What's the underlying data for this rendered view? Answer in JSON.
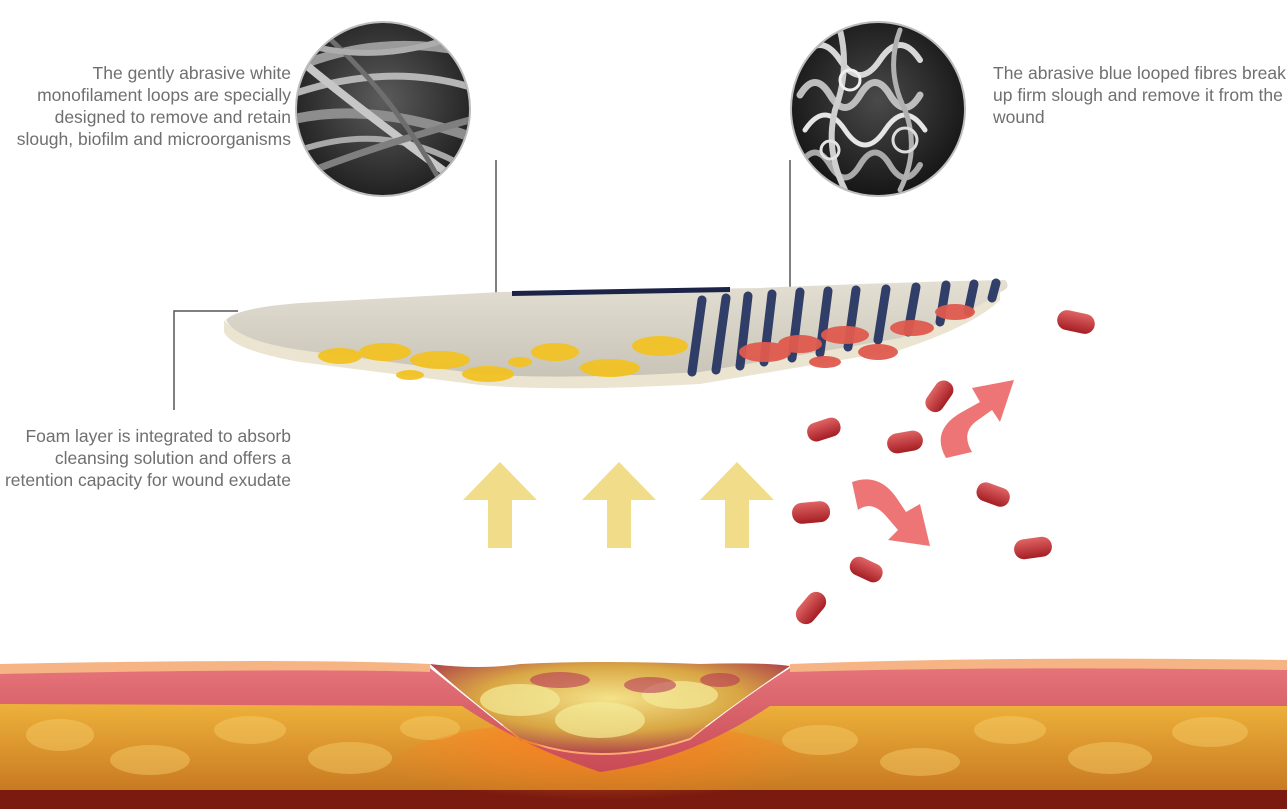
{
  "annotations": {
    "monofilament": "The gently abrasive white monofilament loops are specially designed to remove and retain slough, biofilm and microorganisms",
    "blue_fibres": "The abrasive blue looped fibres break up firm slough and remove it from the wound",
    "foam": "Foam layer is integrated to absorb cleansing solution and offers a retention capacity for wound exudate"
  },
  "colors": {
    "text": "#6f6f6f",
    "leader_line": "#555555",
    "pad_surface": "#dad6cb",
    "pad_edge": "#ebe4d0",
    "blue_fibres": "#1f2e5e",
    "exudate_yellow": "#f3c21f",
    "slough_red": "#d23b3b",
    "yellow_arrow": "#f1dc8a",
    "red_arrow": "#ee7575",
    "skin_epidermis": "#f6b384",
    "skin_dermis": "#d9646b",
    "fat_layer": "#e8a834",
    "deep_tissue": "#7b1a0f"
  },
  "icons": {
    "monofilament_zoom": "microscope-fibres-icon",
    "blue_fibres_zoom": "microscope-loops-icon",
    "upward_arrow": "arrow-up-icon",
    "removal_arrow": "curved-arrow-icon",
    "debris": "slough-particle-icon"
  }
}
